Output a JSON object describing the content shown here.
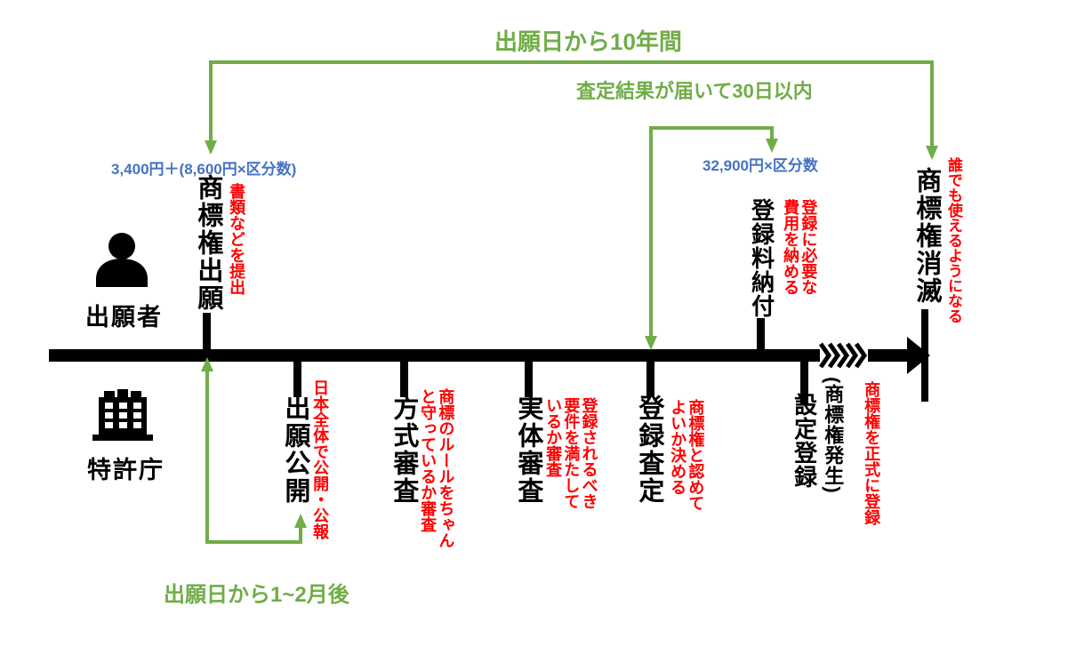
{
  "colors": {
    "accent_green": "#70AD47",
    "fee_blue": "#4472C4",
    "annotation_red": "#FF0000",
    "timeline_black": "#000000"
  },
  "actors": {
    "applicant": {
      "label": "出願者",
      "icon": "person-icon"
    },
    "patent_office": {
      "label": "特許庁",
      "icon": "building-icon"
    }
  },
  "brackets": {
    "ten_years": {
      "label": "出願日から10年間"
    },
    "thirty_days": {
      "label": "査定結果が届いて30日以内"
    },
    "one_two_months": {
      "label": "出願日から1~2月後"
    }
  },
  "stages": {
    "application": {
      "label": "商標権出願",
      "note": "書類などを提出",
      "fee": "3,400円＋(8,600円×区分数)"
    },
    "publication": {
      "label": "出願公開",
      "note": "日本全体で公開・公報"
    },
    "formality_exam": {
      "label": "方式審査",
      "note": "商標のルールをちゃん\nと守っているか審査"
    },
    "substantive_exam": {
      "label": "実体審査",
      "note": "登録されるべき\n要件を満たして\nいるか審査"
    },
    "decision": {
      "label": "登録査定",
      "note": "商標権と認めて\nよいか決める"
    },
    "fee_payment": {
      "label": "登録料納付",
      "note": "登録に必要な\n費用を納める",
      "fee": "32,900円×区分数"
    },
    "registration": {
      "label": "設定登録",
      "sublabel": "(商標権発生)",
      "note": "商標権を正式に登録"
    },
    "expiration": {
      "label": "商標権消滅",
      "note": "誰でも使えるようになる"
    }
  }
}
